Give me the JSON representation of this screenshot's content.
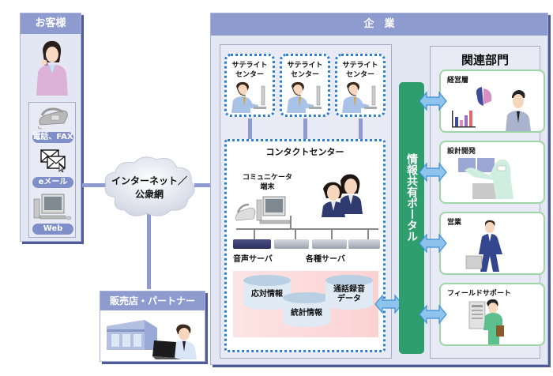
{
  "customer": {
    "title": "お客様",
    "channels": [
      {
        "label": "電話、FAX",
        "icon": "telephone-icon"
      },
      {
        "label": "eメール",
        "icon": "envelope-icon"
      },
      {
        "label": "Web",
        "icon": "computer-icon"
      }
    ]
  },
  "network": {
    "label_line1": "インターネット／",
    "label_line2": "公衆網"
  },
  "partner": {
    "title": "販売店・パートナー"
  },
  "enterprise": {
    "title": "企　業",
    "satellites": [
      {
        "line1": "サテライト",
        "line2": "センター"
      },
      {
        "line1": "サテライト",
        "line2": "センター"
      },
      {
        "line1": "サテライト",
        "line2": "センター"
      }
    ],
    "contact_center": {
      "title": "コンタクトセンター",
      "terminal_line1": "コミュニケータ",
      "terminal_line2": "端末",
      "voice_server": "音声サーバ",
      "various_servers": "各種サーバ",
      "databases": [
        {
          "line1": "応対情報",
          "line2": ""
        },
        {
          "line1": "統計情報",
          "line2": ""
        },
        {
          "line1": "通話録音",
          "line2": "データ"
        }
      ]
    },
    "portal": {
      "label": "情報共有ポータル",
      "color": "#2e9e6e"
    },
    "departments": {
      "title": "関連部門",
      "items": [
        {
          "label": "経営層"
        },
        {
          "label": "設計開発"
        },
        {
          "label": "営業"
        },
        {
          "label": "フィールドサポート"
        }
      ]
    }
  },
  "colors": {
    "panel_header": "#8e9bcf",
    "panel_bg": "#e3e7f4",
    "connector": "#8f9ad0",
    "dotted_border": "#2b7fd0",
    "arrow": "#7fb6e6",
    "dept_border": "#9fd4a6"
  }
}
